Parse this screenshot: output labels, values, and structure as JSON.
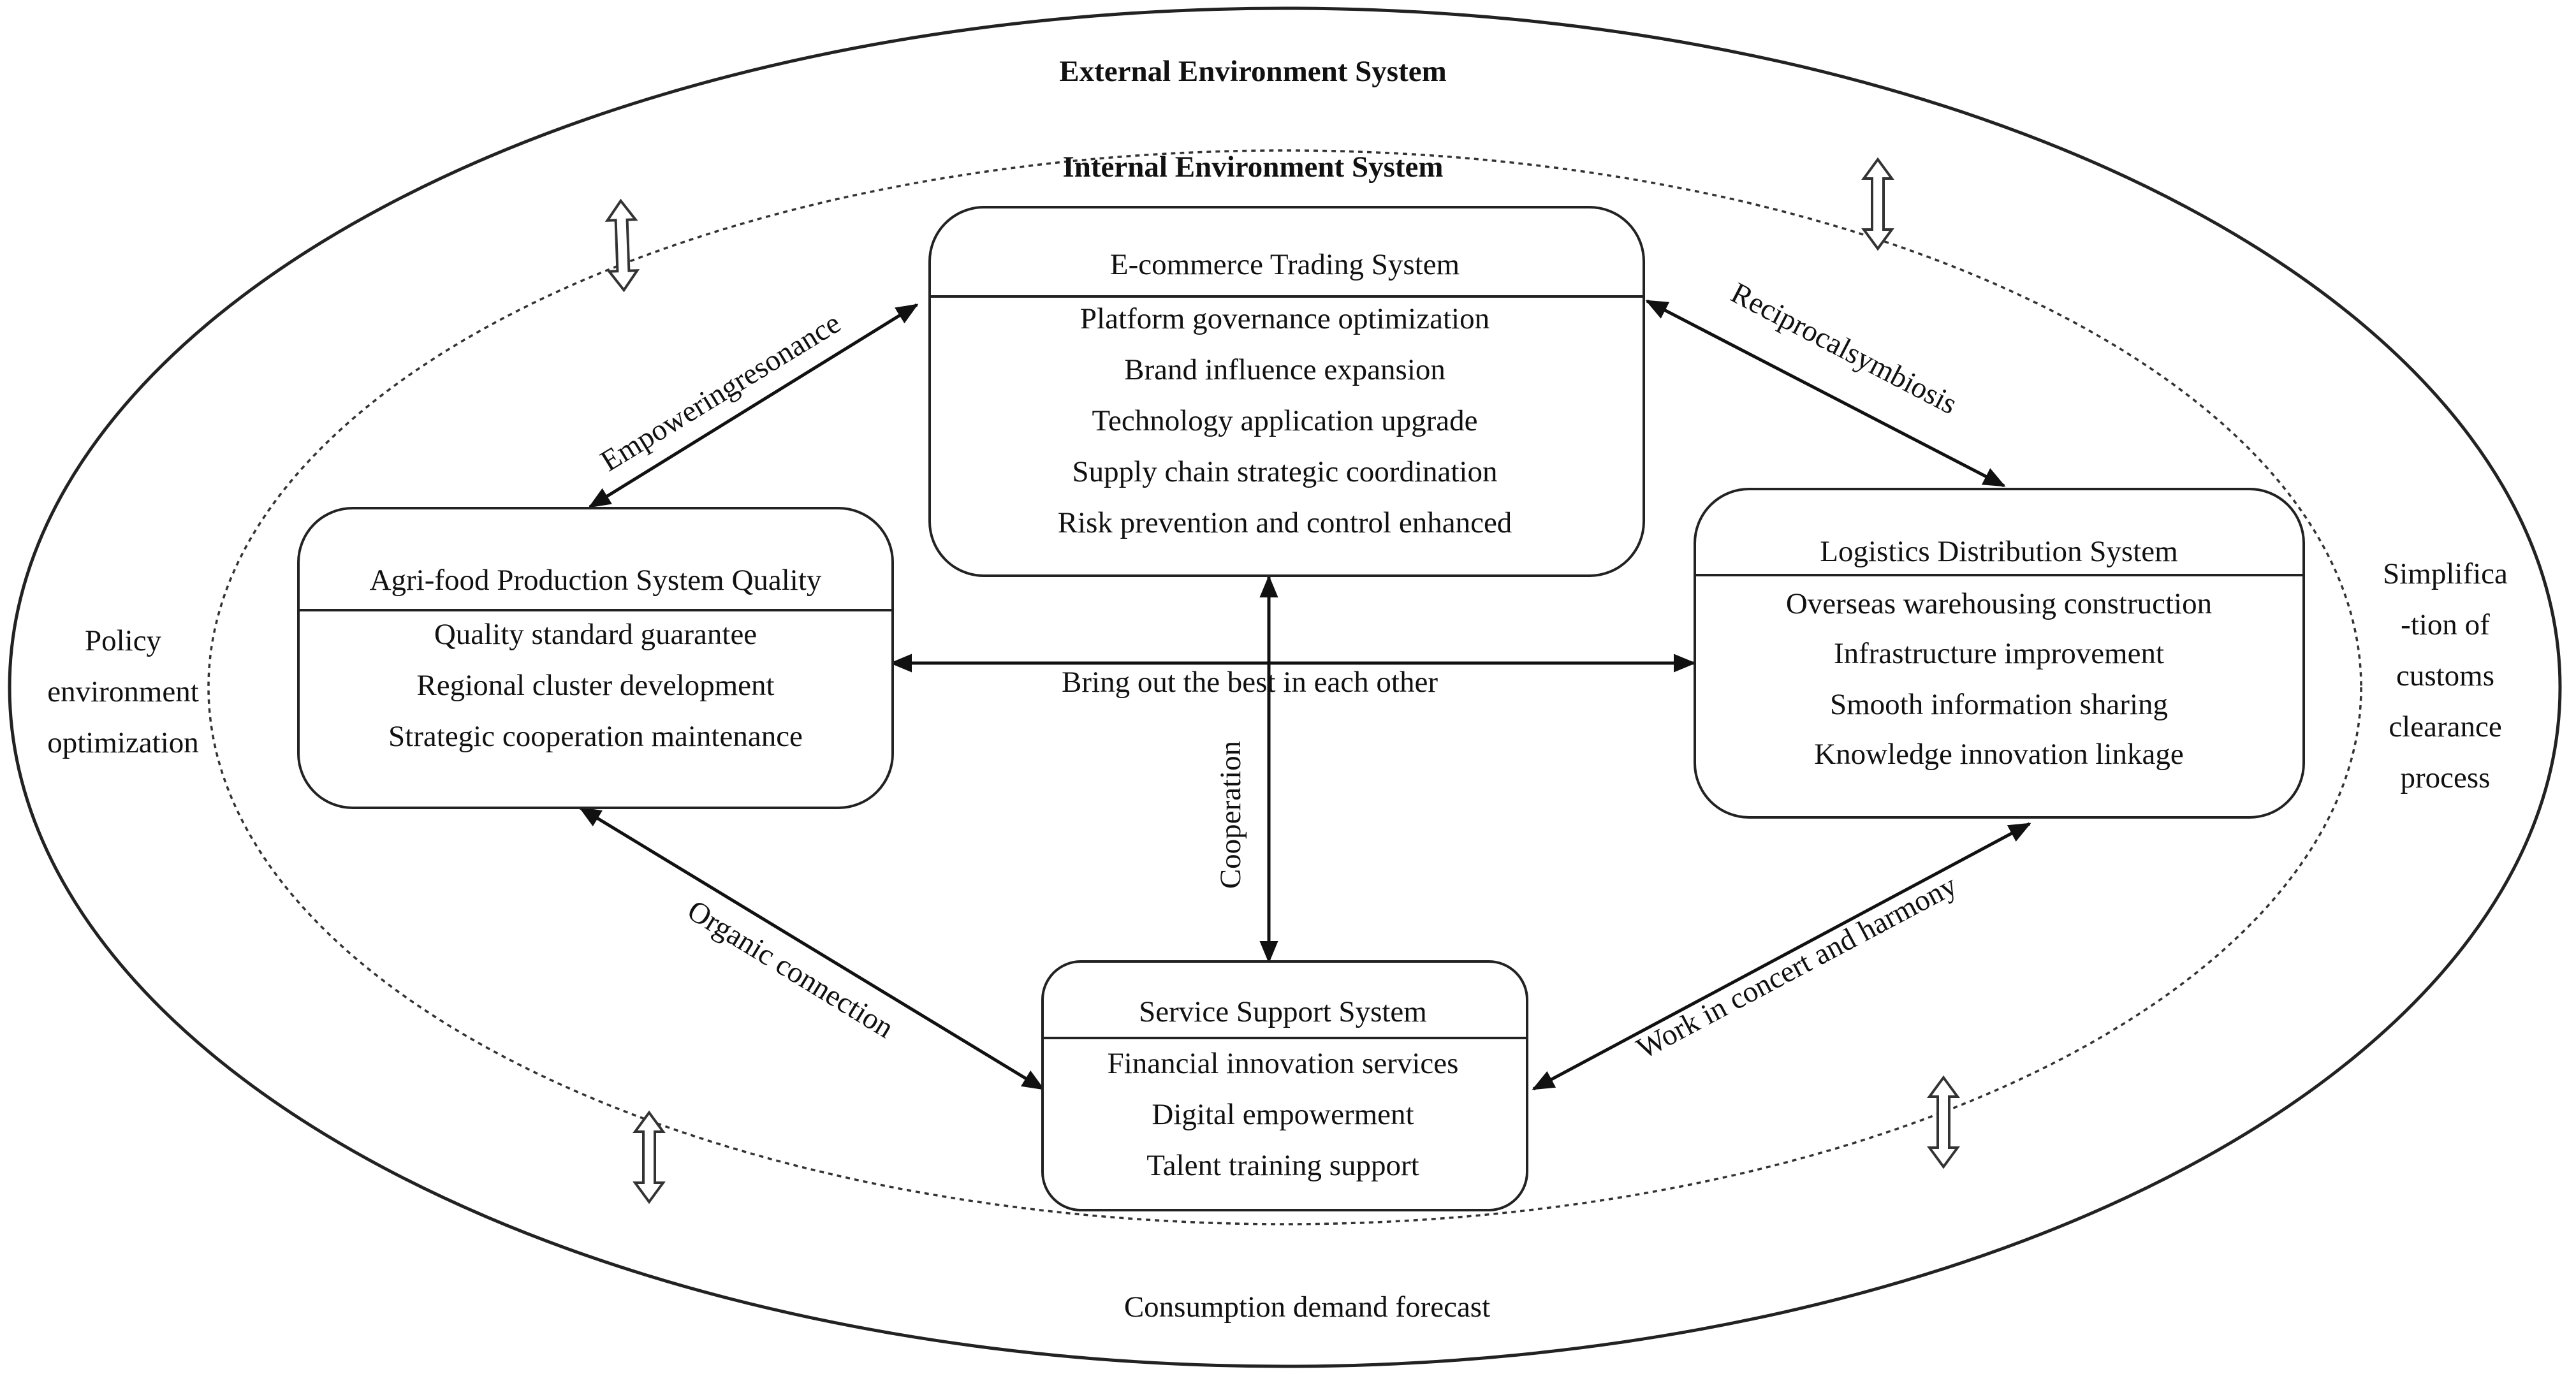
{
  "external_title": "External Environment System",
  "internal_title": "Internal Environment System",
  "external_left": [
    "Policy",
    "environment",
    "optimization"
  ],
  "external_right": [
    "Simplifica",
    "-tion of",
    "customs",
    "clearance",
    "process"
  ],
  "external_bottom": "Consumption demand forecast",
  "systems": {
    "ecommerce": {
      "title": "E-commerce Trading System",
      "items": [
        "Platform governance optimization",
        "Brand influence expansion",
        "Technology application upgrade",
        "Supply chain strategic coordination",
        "Risk prevention and control enhanced"
      ]
    },
    "agrifood": {
      "title": "Agri-food Production System Quality",
      "items": [
        "Quality standard guarantee",
        "Regional cluster development",
        "Strategic cooperation maintenance"
      ]
    },
    "logistics": {
      "title": "Logistics Distribution System",
      "items": [
        "Overseas warehousing construction",
        "Infrastructure improvement",
        "Smooth information sharing",
        "Knowledge innovation linkage"
      ]
    },
    "service": {
      "title": "Service Support System",
      "items": [
        "Financial innovation services",
        "Digital empowerment",
        "Talent training support"
      ]
    }
  },
  "relations": {
    "agrifood_ecommerce": "Empoweringresonance",
    "ecommerce_logistics": "Reciprocalsymbiosis",
    "agrifood_logistics": "Bring out the best in each other",
    "ecommerce_service": "Cooperation",
    "agrifood_service": "Organic connection",
    "logistics_service": "Work in concert and harmony"
  },
  "colors": {
    "stroke": "#222222",
    "background": "#ffffff"
  }
}
